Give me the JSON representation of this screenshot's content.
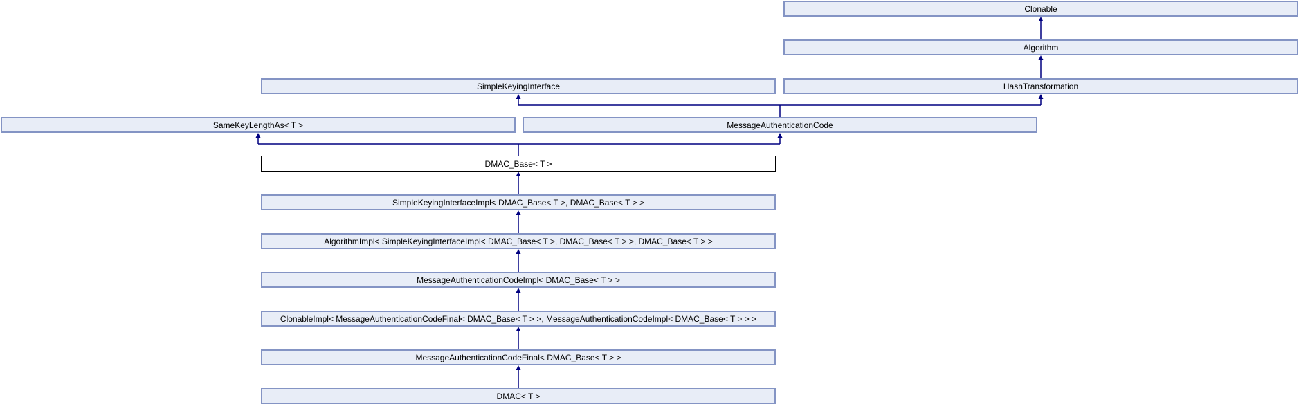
{
  "diagram": {
    "type": "class-inheritance-diagram",
    "current_class": "dmac_base",
    "nodes": [
      {
        "id": "clonable",
        "label": "Clonable"
      },
      {
        "id": "algorithm",
        "label": "Algorithm"
      },
      {
        "id": "simplekeyinginterface",
        "label": "SimpleKeyingInterface"
      },
      {
        "id": "hashtransformation",
        "label": "HashTransformation"
      },
      {
        "id": "samekeylengthas",
        "label": "SameKeyLengthAs< T >"
      },
      {
        "id": "messageauthenticationcode",
        "label": "MessageAuthenticationCode"
      },
      {
        "id": "dmac_base",
        "label": "DMAC_Base< T >"
      },
      {
        "id": "skiimpl",
        "label": "SimpleKeyingInterfaceImpl< DMAC_Base< T >, DMAC_Base< T > >"
      },
      {
        "id": "algorithmimpl",
        "label": "AlgorithmImpl< SimpleKeyingInterfaceImpl< DMAC_Base< T >, DMAC_Base< T > >, DMAC_Base< T > >"
      },
      {
        "id": "macimpl",
        "label": "MessageAuthenticationCodeImpl< DMAC_Base< T > >"
      },
      {
        "id": "clonableimpl",
        "label": "ClonableImpl< MessageAuthenticationCodeFinal< DMAC_Base< T > >, MessageAuthenticationCodeImpl< DMAC_Base< T > > >"
      },
      {
        "id": "macfinal",
        "label": "MessageAuthenticationCodeFinal< DMAC_Base< T > >"
      },
      {
        "id": "dmac",
        "label": "DMAC< T >"
      }
    ],
    "edges": [
      {
        "from": "algorithm",
        "to": [
          "clonable"
        ]
      },
      {
        "from": "hashtransformation",
        "to": [
          "algorithm"
        ]
      },
      {
        "from": "messageauthenticationcode",
        "to": [
          "simplekeyinginterface",
          "hashtransformation"
        ]
      },
      {
        "from": "dmac_base",
        "to": [
          "samekeylengthas",
          "messageauthenticationcode"
        ]
      },
      {
        "from": "skiimpl",
        "to": [
          "dmac_base"
        ]
      },
      {
        "from": "algorithmimpl",
        "to": [
          "skiimpl"
        ]
      },
      {
        "from": "macimpl",
        "to": [
          "algorithmimpl"
        ]
      },
      {
        "from": "clonableimpl",
        "to": [
          "macimpl"
        ]
      },
      {
        "from": "macfinal",
        "to": [
          "clonableimpl"
        ]
      },
      {
        "from": "dmac",
        "to": [
          "macfinal"
        ]
      }
    ],
    "colors": {
      "node_fill": "#e8edf7",
      "node_border": "#8494c4",
      "current_fill": "#ffffff",
      "current_border": "#000000",
      "edge": "#000080",
      "text": "#000000",
      "background": "#ffffff"
    }
  }
}
